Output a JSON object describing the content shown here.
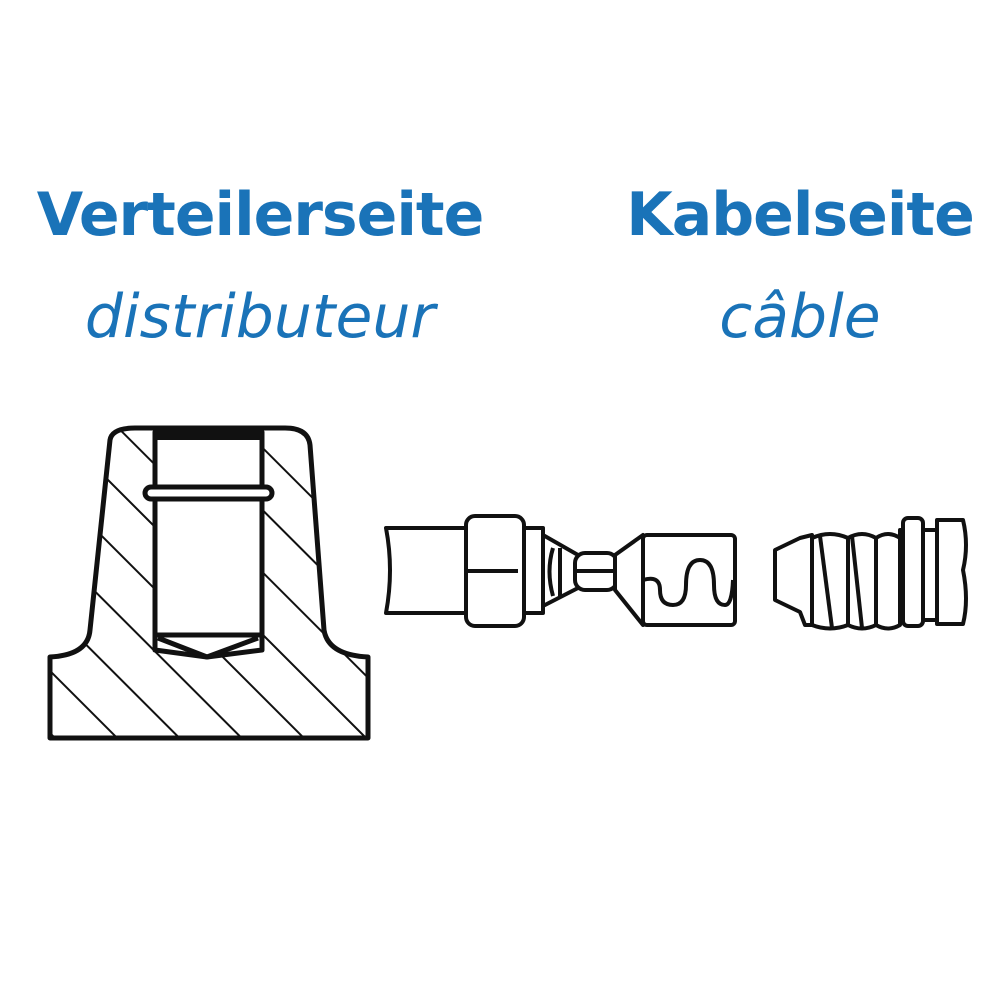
{
  "labels": {
    "left_title": "Verteilerseite",
    "left_subtitle": "distributeur",
    "right_title": "Kabelseite",
    "right_subtitle": "câble"
  },
  "colors": {
    "text": "#1a73b8",
    "line": "#111111"
  }
}
